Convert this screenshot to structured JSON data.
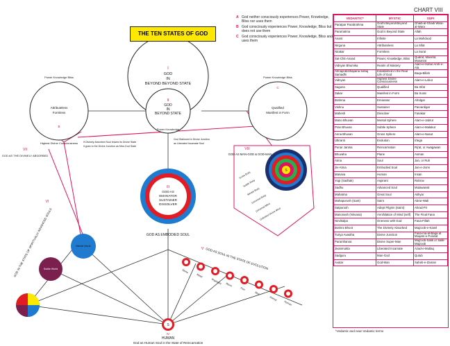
{
  "chart_title": "CHART VIII",
  "banner_title": "THE TEN STATES OF GOD",
  "legend": [
    {
      "key": "A",
      "text": "God neither consciously experiences Power, Knowledge, Bliss nor uses them"
    },
    {
      "key": "B",
      "text": "God consciously experiences Power, Knowledge, Bliss but does not use them"
    },
    {
      "key": "C",
      "text": "God consciously experiences Power, Knowledge, Bliss and uses them"
    }
  ],
  "states": {
    "s1": {
      "num": "I",
      "line1": "GOD",
      "line2": "IN",
      "line3": "BEYOND BEYOND STATE"
    },
    "s2": {
      "num": "II",
      "line1": "GOD",
      "line2": "IN",
      "line3": "BEYOND STATE"
    },
    "s3": {
      "num": "III",
      "line1": "GOD AS",
      "line2": "EMANATOR",
      "line3": "SUSTAINER",
      "line4": "DISSOLVER"
    },
    "s4": {
      "label": "GOD AS EMBODIED SOUL"
    },
    "s5": {
      "num": "V",
      "label": "GOD AS SOUL IN THE STATE OF EVOLUTION"
    },
    "s6": {
      "num": "VI",
      "label": "GOD IN THE STATE OF SPIRITUALLY ADVANCED SOULS"
    },
    "s7": {
      "num": "VII",
      "label": "GOD AS THE DIVINELY ABSORBED"
    },
    "s8": {
      "num": "VIII",
      "label": "GOD AS MAN-GOD & GOD-MAN"
    },
    "s9": {
      "num": "IV",
      "line1": "HUMAN",
      "line2": "God as Human Soul in the State of Reincarnation"
    }
  },
  "left_circle": {
    "line1": "Attributeless",
    "line2": "Formless",
    "letter": "B"
  },
  "right_circle": {
    "line1": "Qualified",
    "line2": "Manifest in Form",
    "letter": "C"
  },
  "arc_labels": {
    "pkb": "Power Knowledge Bliss",
    "pkb_center": "Power Knowledge",
    "bliss": "Bliss",
    "highest": "Highest Divine Consciousness"
  },
  "junction": {
    "a": "If Divinely Absorbed Soul leaves its Divine State",
    "b": "it goes to the Divine Junction as Man-God State",
    "c": "God Stationed in Divine Junction",
    "d": "as Liberated Incarnate Soul"
  },
  "worlds": {
    "mental": "Mental World",
    "subtle": "Subtle World"
  },
  "rings_label": "S",
  "bodies": [
    "Gross Body",
    "Subtle Body",
    "Mental Body",
    "Universal Body",
    "Universal Mind",
    "Unlimited Divine Mind"
  ],
  "evolution": [
    "Stone",
    "Metal",
    "Vegetable",
    "Worm",
    "Fish",
    "Bird",
    "Animal",
    "Human"
  ],
  "table": {
    "headers": [
      "VEDANTIC*",
      "MYSTIC",
      "SUFI"
    ],
    "rows": [
      [
        "Paratpar Parabrahma",
        "God's Beyond-Beyond State",
        "Ghaib-al-Ghaib Wara-al-Wara"
      ],
      [
        "Paramatma",
        "God in Beyond State",
        "Allah"
      ],
      [
        "Anant",
        "Infinite",
        "La Mahdood"
      ],
      [
        "Nirguna",
        "Attributeless",
        "La Sifat"
      ],
      [
        "Nirakar",
        "Formless",
        "La Surat"
      ],
      [
        "Sat-Chit-Anand",
        "Power, Knowledge, Bliss",
        "Qudrat, Marefat, Musarrat"
      ],
      [
        "Vidnyan Bhumika",
        "Realm of Mastery",
        "Alam-e-Hahut Arsh-e-Ala"
      ],
      [
        "Atmapratisthapana Sahaj Samadhi",
        "Established in the Real Life of God",
        "Baqa-Billah"
      ],
      [
        "Vidnyan",
        "Highest Divine Consciousness",
        "Alam-e-Lahut"
      ],
      [
        "Saguna",
        "Qualified",
        "Ba Sifat"
      ],
      [
        "Sakar",
        "Manifest in Form",
        "Ba Surat"
      ],
      [
        "Brahma",
        "Emanator",
        "Afridgar"
      ],
      [
        "Vishnu",
        "Sustainer",
        "Parvardigar"
      ],
      [
        "Mahesh",
        "Dissolver",
        "Fanakar"
      ],
      [
        "Mano Bhuvan",
        "Mental Sphere",
        "Alam-e-Jabrut"
      ],
      [
        "Pran Bhuvan",
        "Subtle Sphere",
        "Alam-e-Malakut"
      ],
      [
        "Anna Bhuvan",
        "Gross Sphere",
        "Alam-e-Nasut"
      ],
      [
        "Utkranti",
        "Evolution",
        "Irtega"
      ],
      [
        "Punar Janma",
        "Reincarnation",
        "Rij'at, or Awagawan"
      ],
      [
        "Bhuvaha",
        "Plane",
        "Asman"
      ],
      [
        "Atma",
        "Soul",
        "Jan, or Ruh"
      ],
      [
        "Jiv-Atma",
        "Embodied Soul",
        "Jan-e-Jismi"
      ],
      [
        "Manava",
        "Human",
        "Insan"
      ],
      [
        "Yogi (Sadhak)",
        "Aspirant",
        "Rahrav"
      ],
      [
        "Sadhu",
        "Advanced Soul",
        "Mutawassit"
      ],
      [
        "Mahatma",
        "Great Soul",
        "Akhyar"
      ],
      [
        "Mahapurush (Sant)",
        "Saint",
        "Abrar-Wali"
      ],
      [
        "Satpurush",
        "Adept Pilgrim (Saint)",
        "Ahrad-Pir"
      ],
      [
        "Manonash (Nirvana)",
        "Annihilation of Mind (self)",
        "The Final Fana"
      ],
      [
        "Nirvikalpa",
        "Oneness with God",
        "Fana-Fillah"
      ],
      [
        "Brahmi Bhoot",
        "The Divinely Absorbed",
        "Majzoob-e-Kamil"
      ],
      [
        "Turiya Avastha",
        "Divine Junction",
        "Fana-ma-al-Baqa at Muqam-e-Furutat"
      ],
      [
        "Paramhansa",
        "Divine Super-Man",
        "Majzoob-Salik or Salik-Majzoob"
      ],
      [
        "Jivanmukta",
        "Liberated Incarnate",
        "Azad-e-Mutlaq"
      ],
      [
        "Sadguru",
        "Man-God",
        "Qutub"
      ],
      [
        "Avatar",
        "God-Man",
        "Saheb-e-Zaman"
      ]
    ]
  },
  "footnote": "*Vedantic and near-Vedantic terms",
  "colors": {
    "accent": "#e0115f",
    "ink": "#222222",
    "banner": "#ffe800",
    "blue": "#1f7bd0",
    "red": "#e31b23"
  }
}
